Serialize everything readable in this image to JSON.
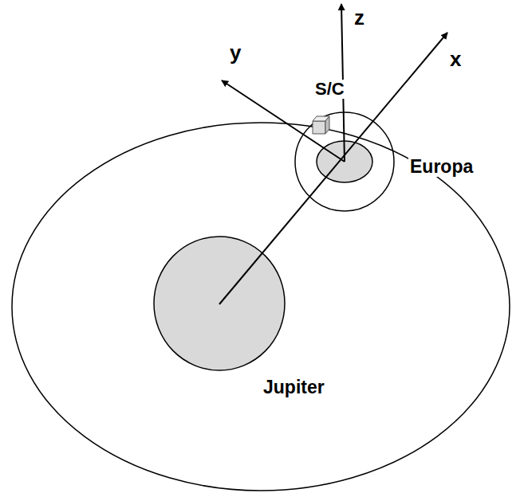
{
  "diagram": {
    "labels": [
      "z",
      "y",
      "x",
      "S/C",
      "Europa",
      "Jupiter"
    ]
  }
}
